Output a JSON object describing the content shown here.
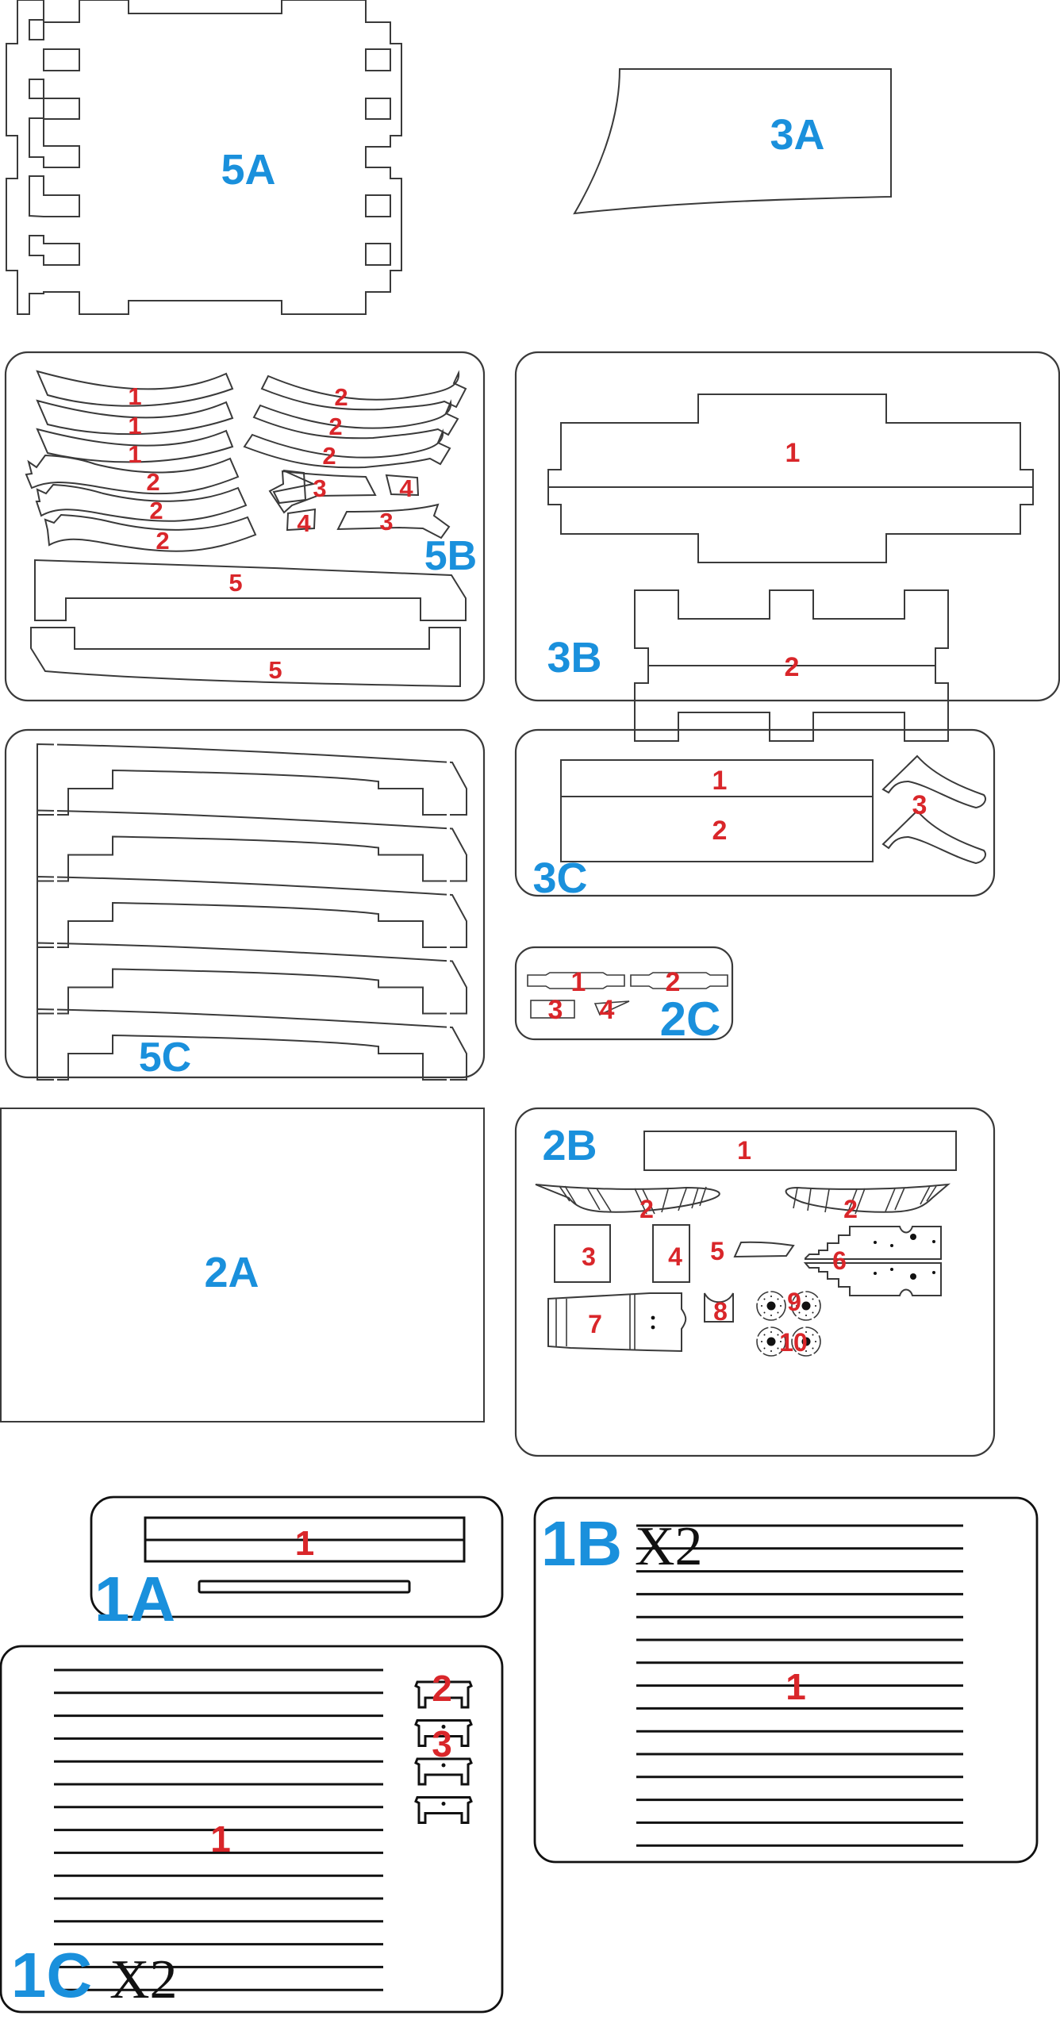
{
  "document": {
    "title": "Laser-cut parts sheet",
    "colors": {
      "panel_label": "#1a90dc",
      "part_number": "#d9262a",
      "cut_line": "#3a3a3a",
      "background": "#ffffff"
    }
  },
  "panels": {
    "p5A": {
      "label": "5A",
      "parts": []
    },
    "p3A": {
      "label": "3A",
      "parts": []
    },
    "p5B": {
      "label": "5B",
      "parts": [
        "1",
        "1",
        "1",
        "2",
        "2",
        "2",
        "2",
        "2",
        "2",
        "3",
        "3",
        "4",
        "4",
        "5",
        "5"
      ]
    },
    "p3B": {
      "label": "3B",
      "parts": [
        "1",
        "2"
      ]
    },
    "p5C": {
      "label": "5C",
      "parts": []
    },
    "p3C": {
      "label": "3C",
      "parts": [
        "1",
        "2",
        "3"
      ]
    },
    "p2C": {
      "label": "2C",
      "parts": [
        "1",
        "2",
        "3",
        "4"
      ]
    },
    "p2A": {
      "label": "2A",
      "parts": []
    },
    "p2B": {
      "label": "2B",
      "parts": [
        "1",
        "2",
        "2",
        "3",
        "4",
        "5",
        "6",
        "7",
        "8",
        "9",
        "10"
      ]
    },
    "p1A": {
      "label": "1A",
      "parts": [
        "1"
      ]
    },
    "p1B": {
      "label": "1B",
      "multiplier": "X2",
      "parts": [
        "1"
      ]
    },
    "p1C": {
      "label": "1C",
      "multiplier": "X2",
      "parts": [
        "1",
        "2",
        "3"
      ]
    }
  }
}
